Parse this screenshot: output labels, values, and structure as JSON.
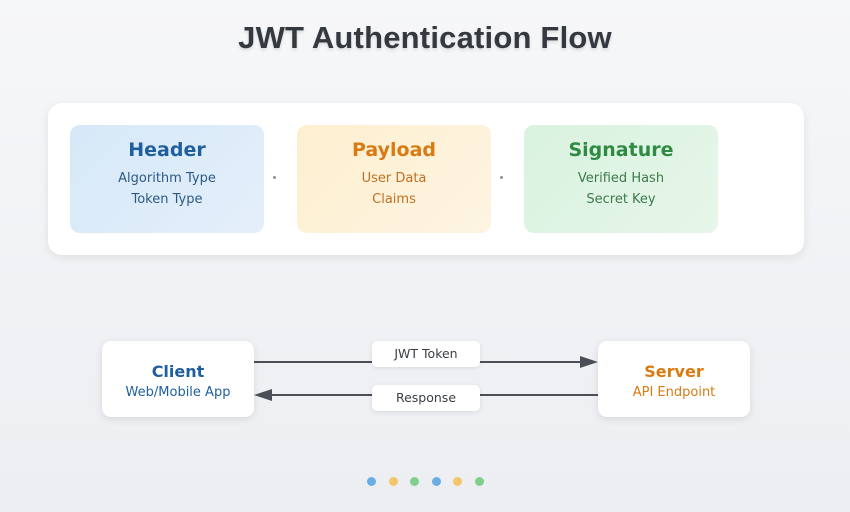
{
  "title": "JWT Authentication Flow",
  "parts": [
    {
      "name": "Header",
      "lines": [
        "Algorithm Type",
        "Token Type"
      ]
    },
    {
      "name": "Payload",
      "lines": [
        "User Data",
        "Claims"
      ]
    },
    {
      "name": "Signature",
      "lines": [
        "Verified Hash",
        "Secret Key"
      ]
    }
  ],
  "client": {
    "title": "Client",
    "subtitle": "Web/Mobile App"
  },
  "server": {
    "title": "Server",
    "subtitle": "API Endpoint"
  },
  "messages": {
    "request": "JWT Token",
    "response": "Response"
  },
  "colors": {
    "header": "#1f5f9e",
    "payload": "#d97a12",
    "signature": "#2f8a43",
    "arrow": "#4a4f57",
    "dots": [
      "#6aaee6",
      "#f3c56b",
      "#7fd08f",
      "#6aaee6",
      "#f3c56b",
      "#7fd08f"
    ]
  }
}
